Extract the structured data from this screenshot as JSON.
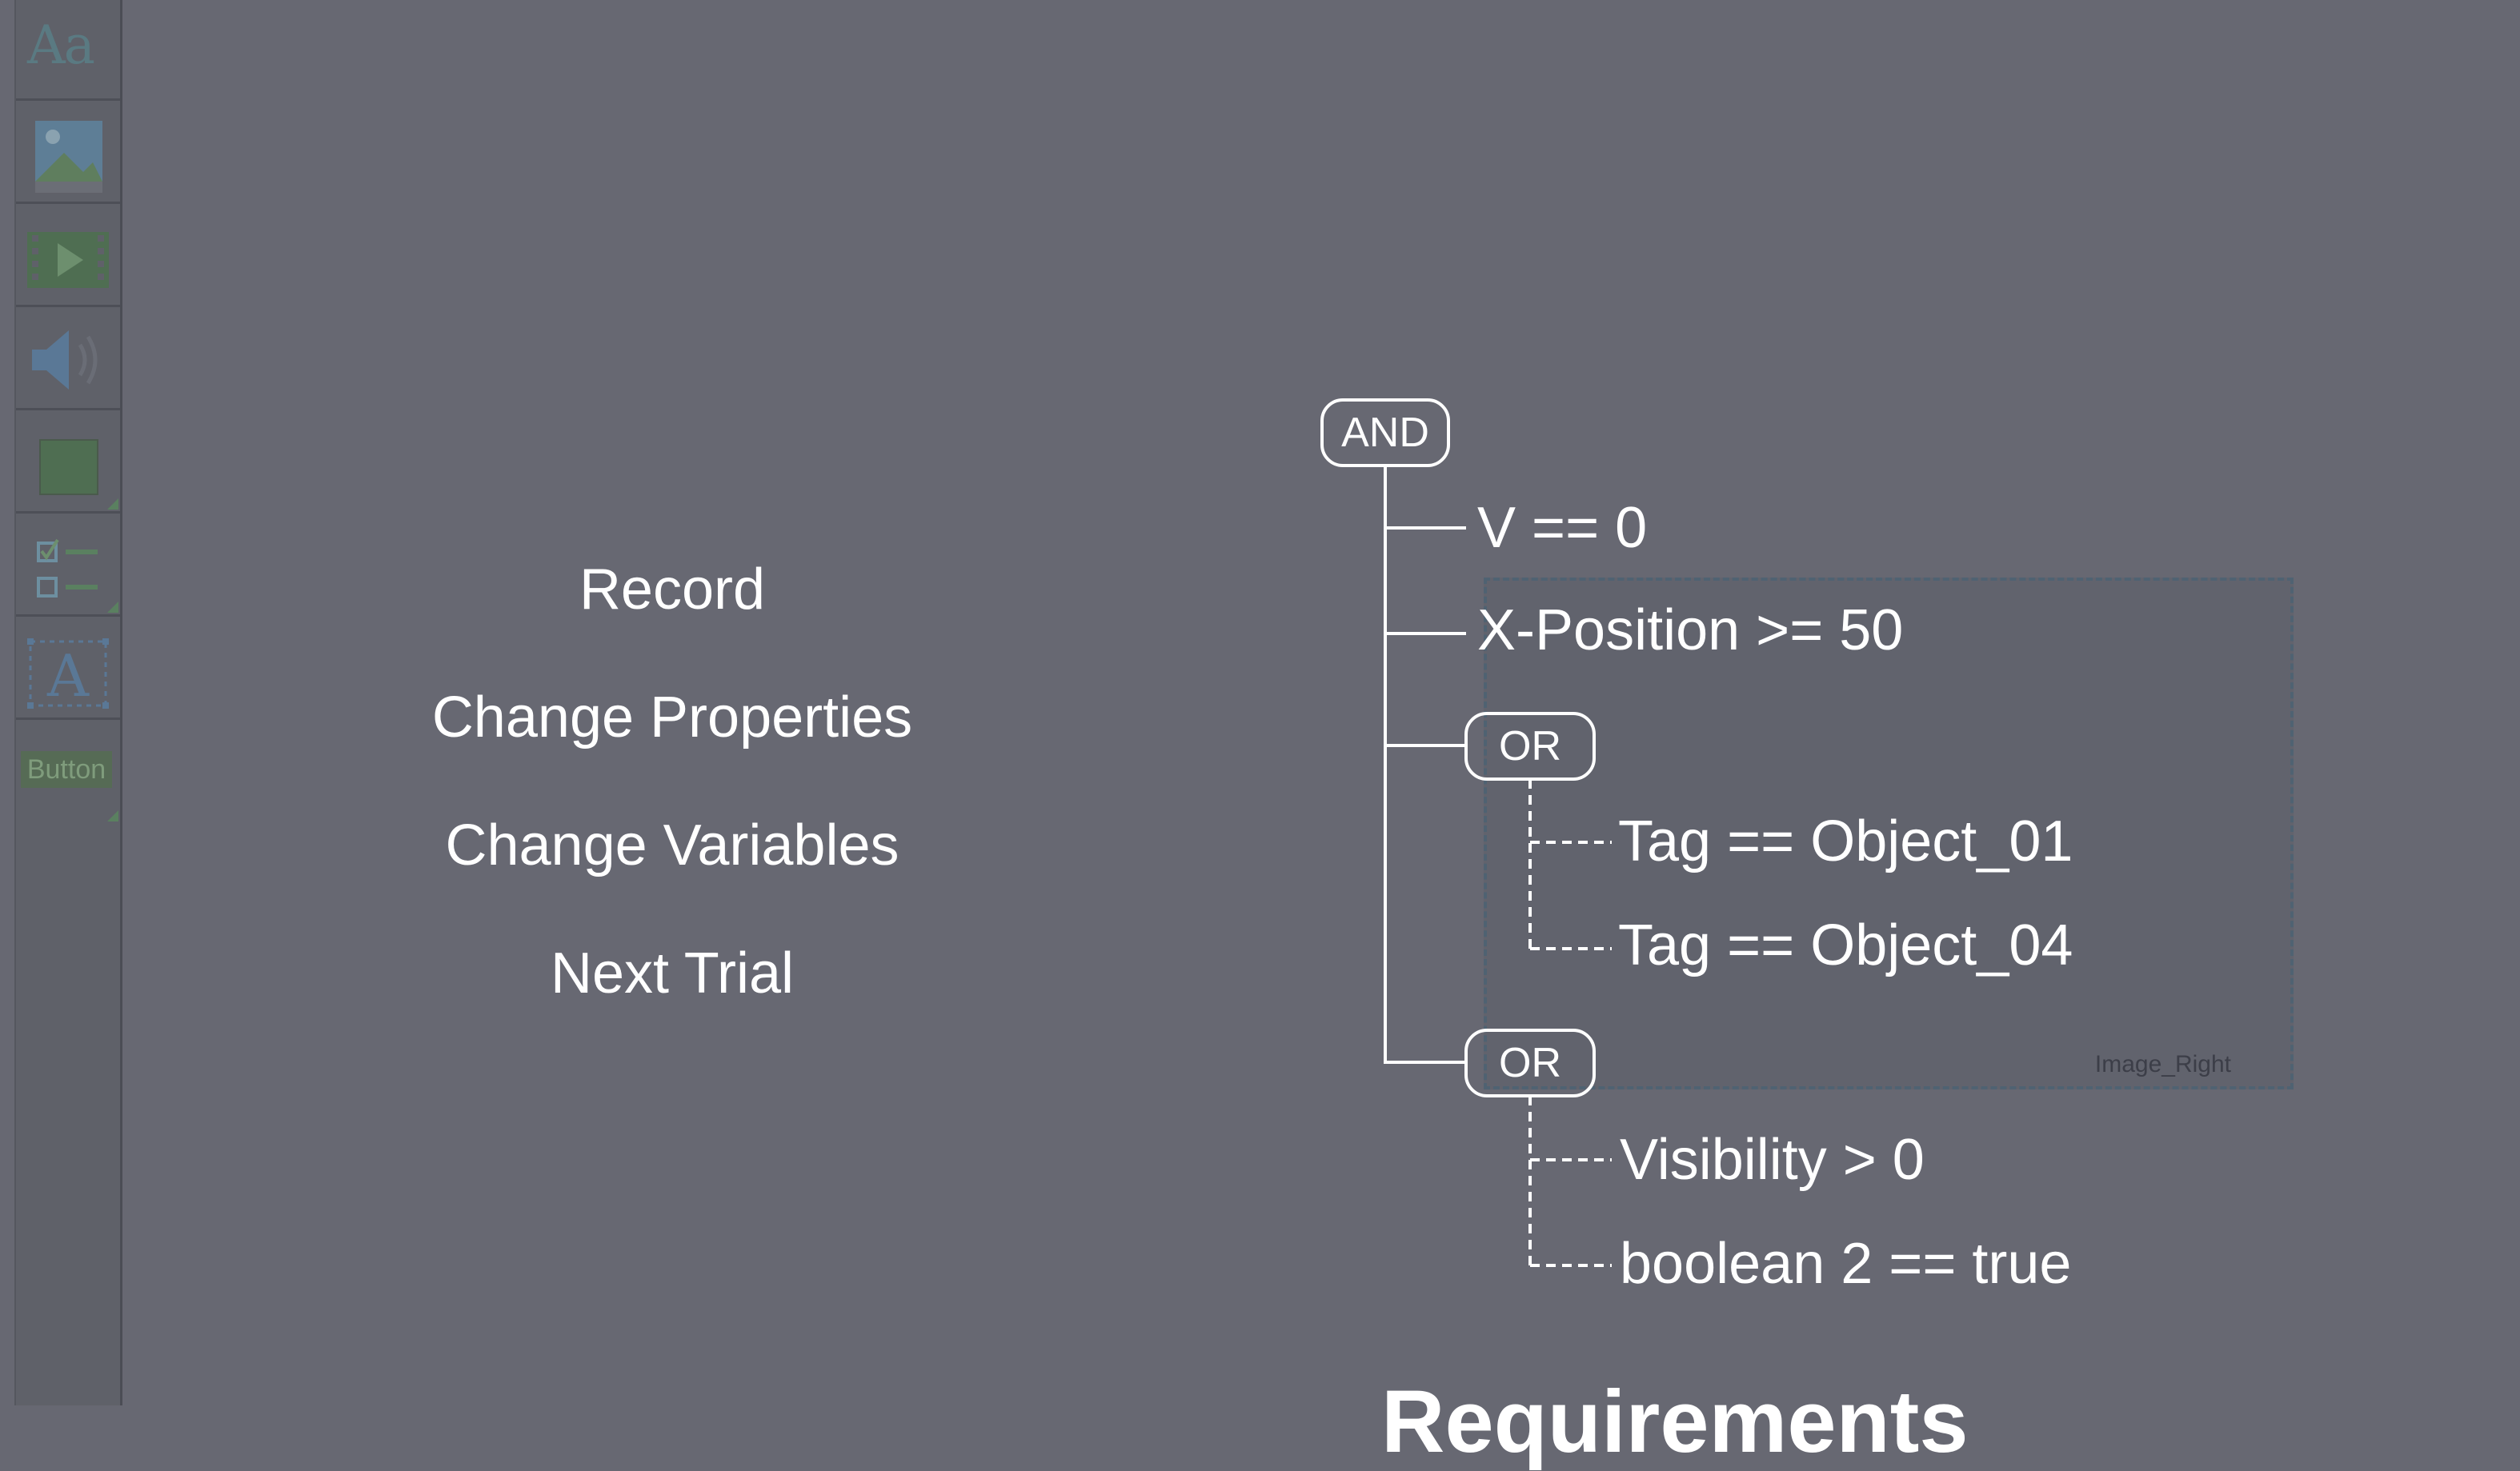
{
  "toolbar": {
    "tools": [
      {
        "name": "text-tool",
        "icon": "text-aa-icon",
        "label": "Aa"
      },
      {
        "name": "image-tool",
        "icon": "image-icon"
      },
      {
        "name": "video-tool",
        "icon": "video-icon"
      },
      {
        "name": "audio-tool",
        "icon": "speaker-icon"
      },
      {
        "name": "rectangle-tool",
        "icon": "rectangle-icon"
      },
      {
        "name": "checkbox-tool",
        "icon": "checklist-icon"
      },
      {
        "name": "text-input-tool",
        "icon": "text-input-icon"
      },
      {
        "name": "button-tool",
        "icon": "button-icon",
        "label": "Button"
      }
    ]
  },
  "actions": {
    "items": [
      "Record",
      "Change Properties",
      "Change Variables",
      "Next Trial"
    ]
  },
  "tree": {
    "root": "AND",
    "conditions": {
      "v": "V == 0",
      "xpos": "X-Position >= 50"
    },
    "or1": {
      "label": "OR",
      "children": [
        "Tag == Object_01",
        "Tag == Object_04"
      ]
    },
    "or2": {
      "label": "OR",
      "children": [
        "Visibility > 0",
        "boolean 2 == true"
      ]
    }
  },
  "selection": {
    "label": "Image_Right"
  },
  "bottom_heading_partial": "Requirements",
  "colors": {
    "background": "#676872",
    "toolbar": "#5f6169",
    "icon_green": "#5a8060",
    "icon_blue": "#5a7a82",
    "selection_border": "#4f6272"
  }
}
